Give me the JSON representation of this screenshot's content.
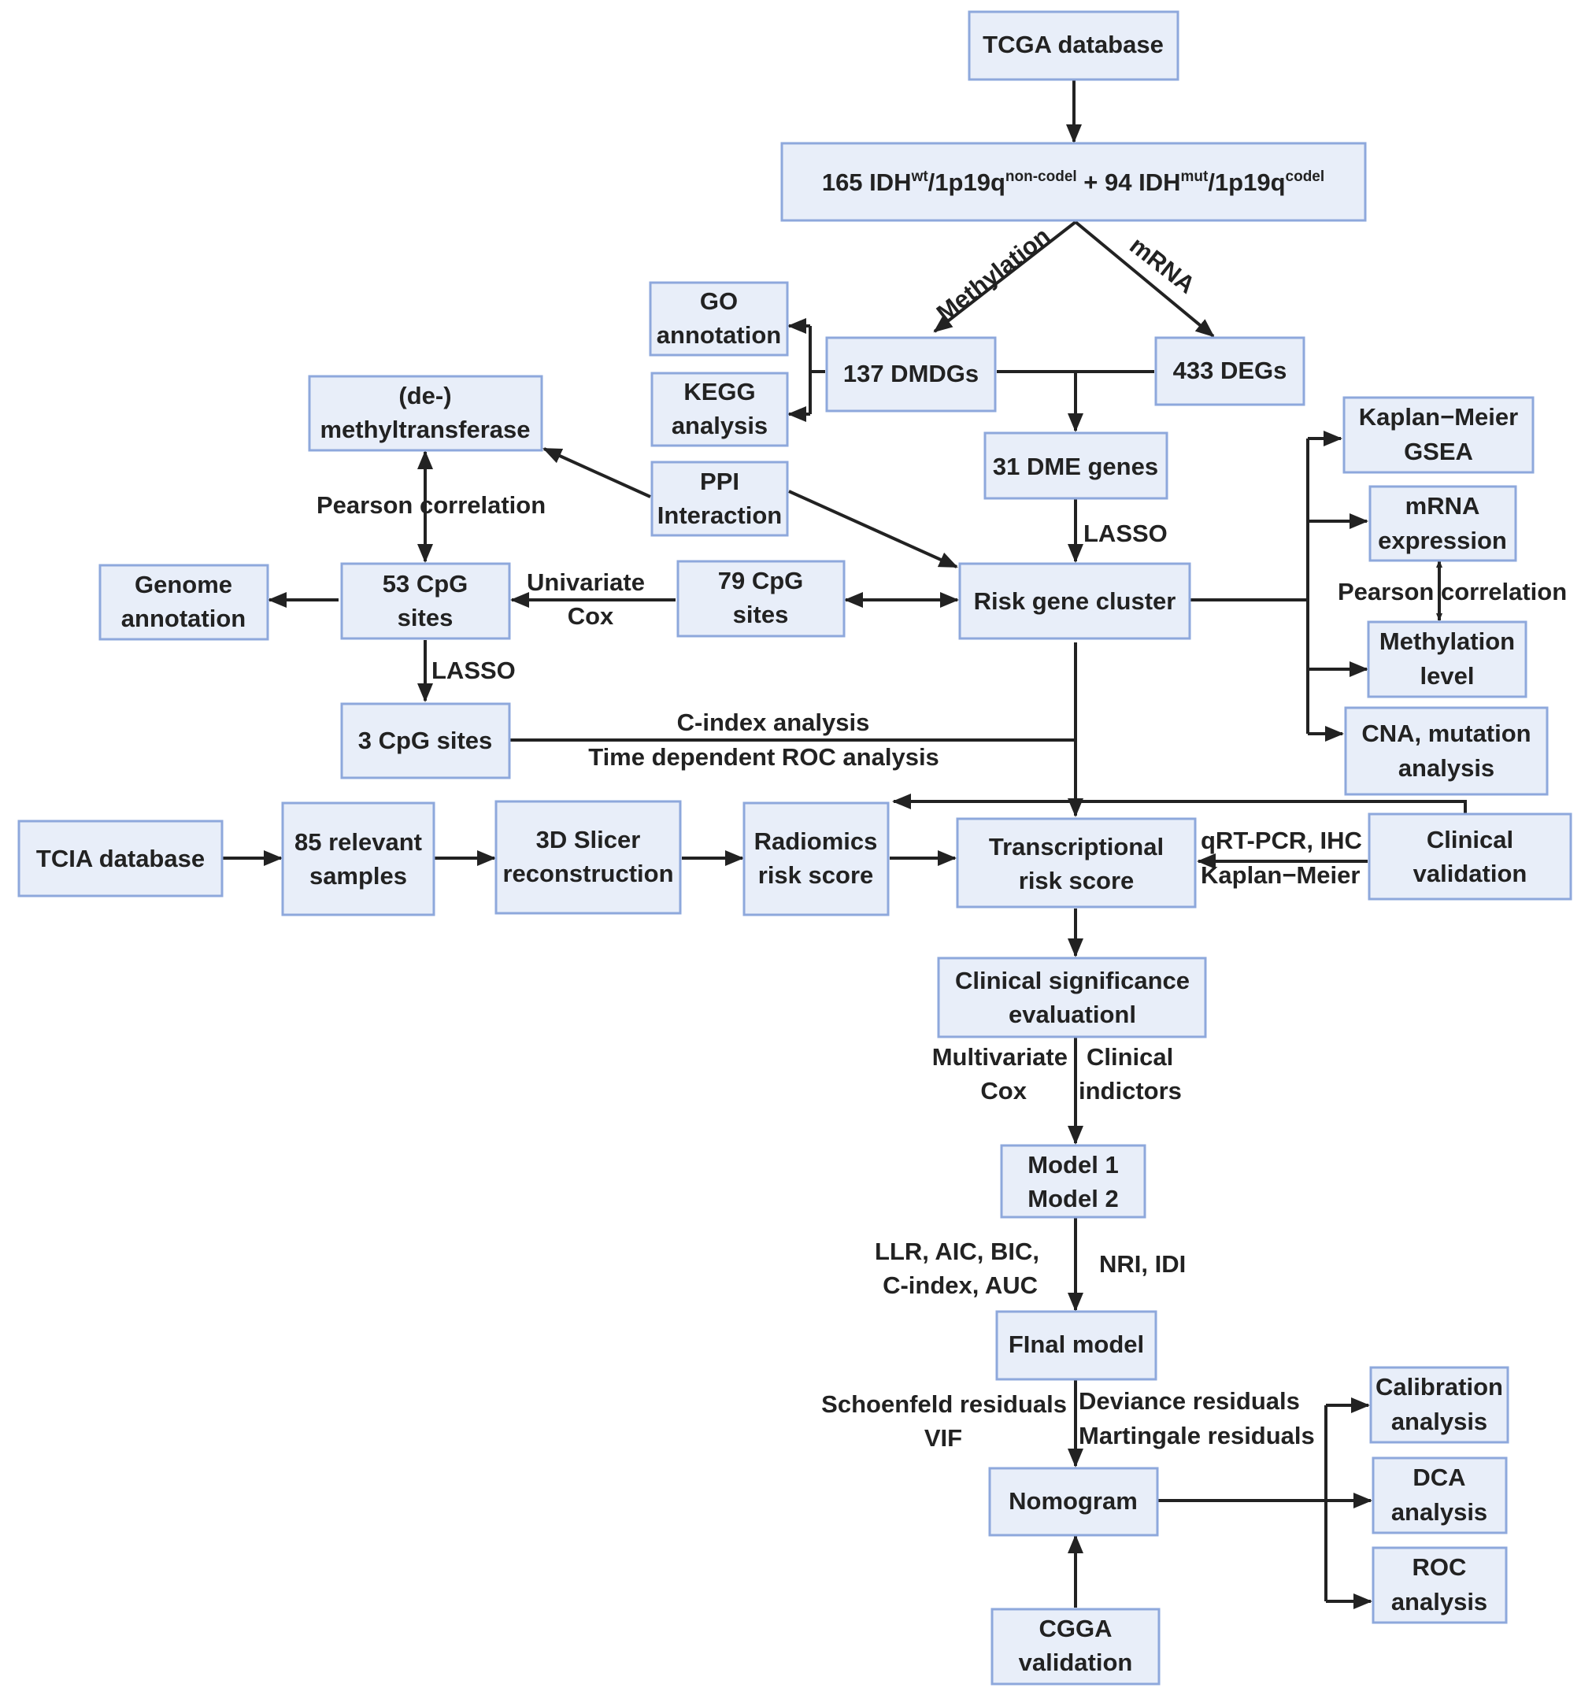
{
  "nodes": {
    "tcga": [
      "TCGA database"
    ],
    "cohort": {
      "n1": "165 IDH",
      "s1": "wt",
      "p1": "/1p19q",
      "s2": "non-codel",
      "n2": " + 94 IDH",
      "s3": "mut",
      "p2": "/1p19q",
      "s4": "codel"
    },
    "go": [
      "GO",
      "annotation"
    ],
    "kegg": [
      "KEGG",
      "analysis"
    ],
    "dmdg": [
      "137 DMDGs"
    ],
    "deg": [
      "433 DEGs"
    ],
    "demethyl": [
      "(de-)",
      "methyltransferase"
    ],
    "ppi": [
      "PPI",
      "Interaction"
    ],
    "dme": [
      "31 DME genes"
    ],
    "km_gsea": [
      "Kaplan−Meier",
      "GSEA"
    ],
    "mrna_expr": [
      "mRNA",
      "expression"
    ],
    "meth_level": [
      "Methylation",
      "level"
    ],
    "cna": [
      "CNA, mutation",
      "analysis"
    ],
    "genome": [
      "Genome",
      "annotation"
    ],
    "cpg53": [
      "53 CpG",
      "sites"
    ],
    "cpg79": [
      "79 CpG",
      "sites"
    ],
    "risk_cluster": [
      "Risk gene cluster"
    ],
    "cpg3": [
      "3 CpG sites"
    ],
    "tcia": [
      "TCIA database"
    ],
    "samples85": [
      "85 relevant",
      "samples"
    ],
    "slicer": [
      "3D Slicer",
      "reconstruction"
    ],
    "radiomics": [
      "Radiomics",
      "risk score"
    ],
    "trs": [
      "Transcriptional",
      "risk score"
    ],
    "clin_val": [
      "Clinical",
      "validation"
    ],
    "clin_sig": [
      "Clinical significance",
      "evaluationl"
    ],
    "models": [
      "Model 1",
      "Model 2"
    ],
    "final": [
      "FInal model"
    ],
    "nomogram": [
      "Nomogram"
    ],
    "calib": [
      "Calibration",
      "analysis"
    ],
    "dca": [
      "DCA",
      "analysis"
    ],
    "roc": [
      "ROC",
      "analysis"
    ],
    "cgga": [
      "CGGA",
      "validation"
    ]
  },
  "edge_labels": {
    "methylation": "Methylation",
    "mrna": "mRNA",
    "lasso_1": "LASSO",
    "pearson_1": "Pearson correlation",
    "pearson_2": "Pearson correlation",
    "univariate": "Univariate",
    "cox_1": "Cox",
    "lasso_2": "LASSO",
    "cindex": "C-index analysis",
    "time_roc": "Time dependent ROC analysis",
    "qrt": "qRT-PCR, IHC",
    "km": "Kaplan−Meier",
    "multivariate": "Multivariate",
    "cox_2": "Cox",
    "clinical": "Clinical",
    "indictors": "indictors",
    "llr": "LLR, AIC, BIC,",
    "cindex_auc": "C-index, AUC",
    "nri": "NRI, IDI",
    "schoenfeld": "Schoenfeld residuals",
    "vif": "VIF",
    "deviance": "Deviance residuals",
    "martingale": "Martingale residuals"
  },
  "colors": {
    "box_fill": "#e8eef9",
    "box_border": "#8ea8dc",
    "arrow": "#222222",
    "text": "#222222"
  }
}
